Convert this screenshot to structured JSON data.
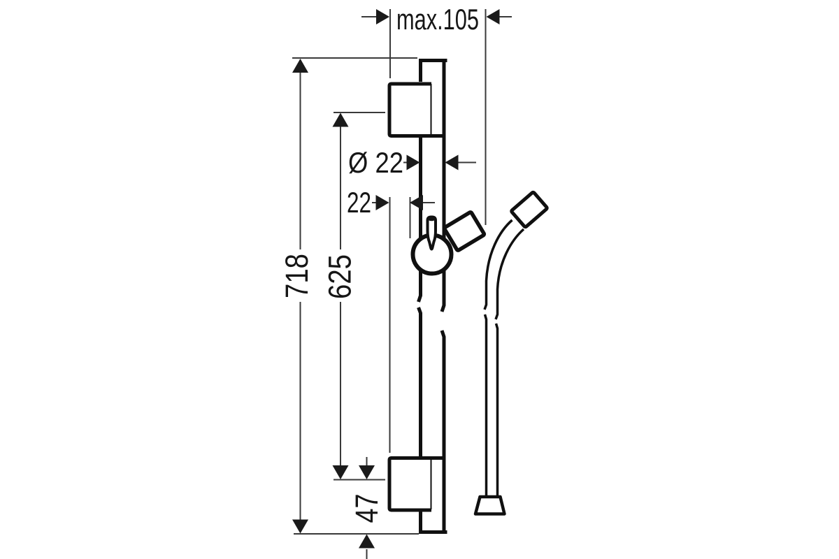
{
  "diagram": {
    "background": "#ffffff",
    "product_line_color": "#101010",
    "dimension_line_color": "#3a3a3a",
    "arrow_color": "#1a1a1a"
  },
  "labels": {
    "max_offset": "max.105",
    "bar_length": "718",
    "mount_distance": "625",
    "bar_diameter": "Ø 22",
    "knob_offset": "22",
    "bottom_offset": "47"
  }
}
